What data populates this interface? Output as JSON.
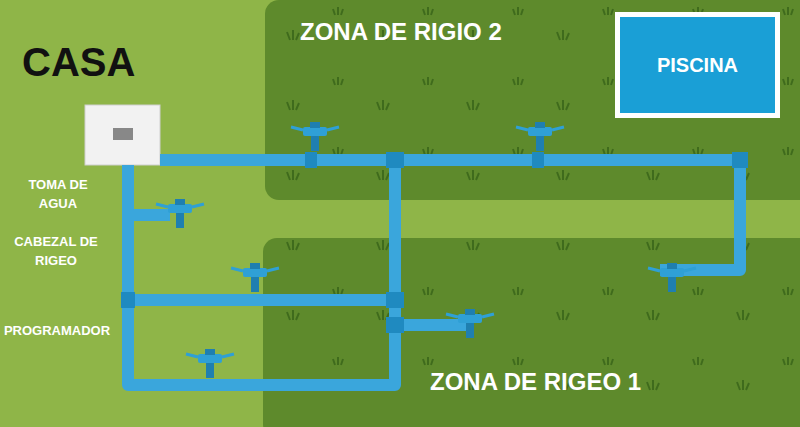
{
  "diagram": {
    "nodes": [
      {
        "text": [
          "ZONA DE RIGIO 2"
        ]
      },
      {
        "text": [
          "PISCINA"
        ],
        "in": 0
      },
      {
        "text": [
          "ZONA DE RIGEO 1"
        ]
      }
    ],
    "labels": [
      "CASA",
      "TOMA DE AGUA",
      "CABEZAL DE RIGEO",
      "PROGRAMADOR"
    ]
  }
}
